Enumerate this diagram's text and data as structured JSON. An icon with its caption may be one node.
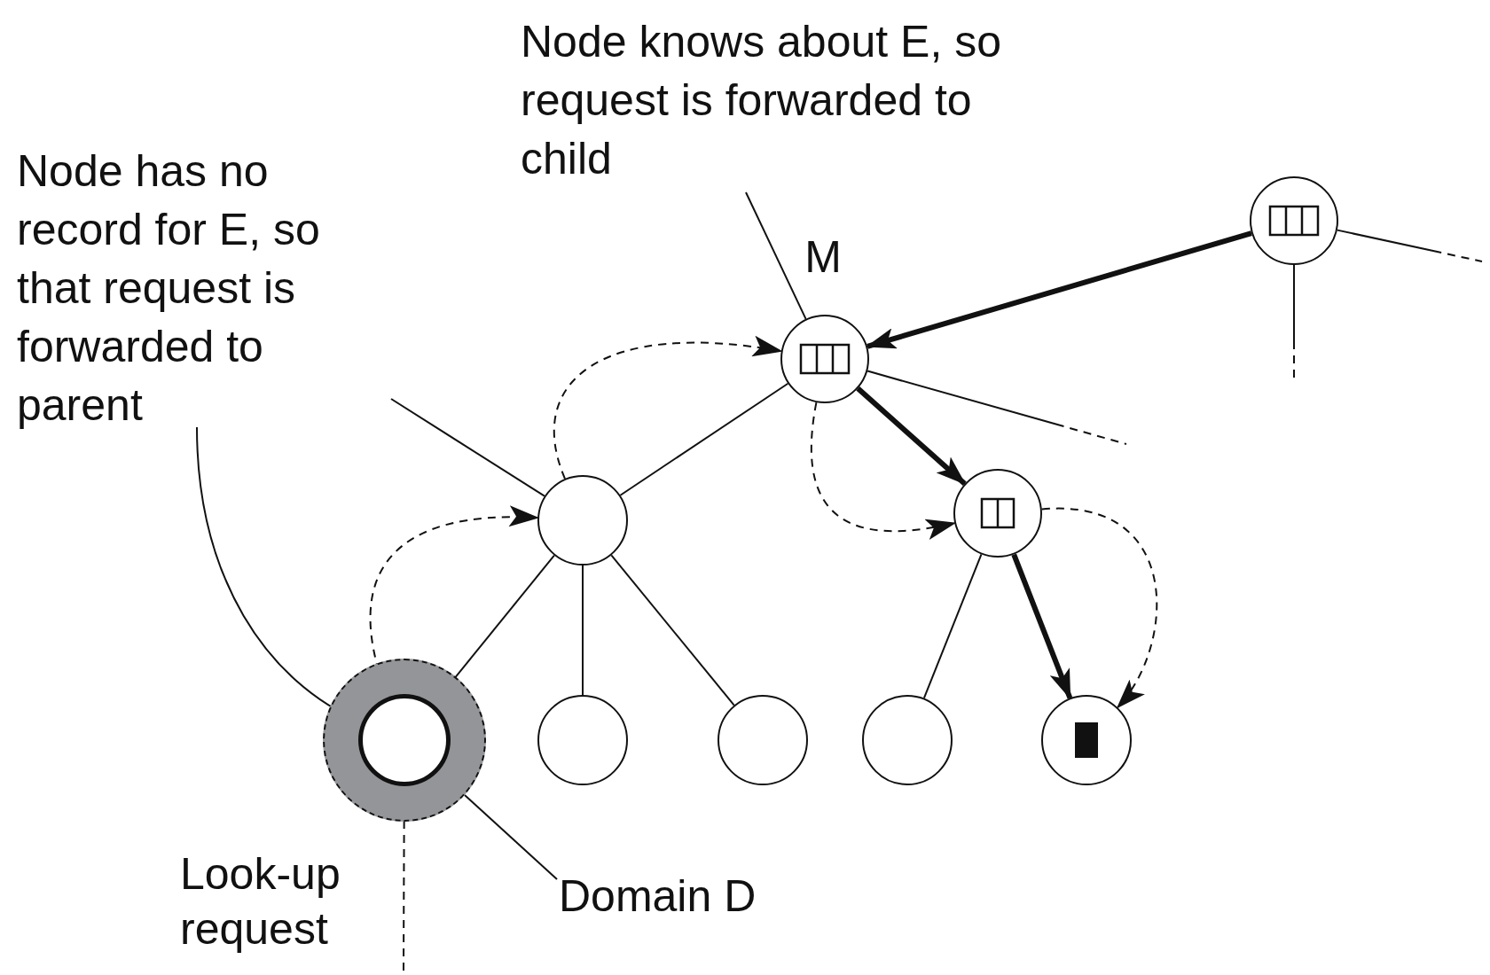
{
  "diagram": {
    "nodes": [
      {
        "text": [
          "Node knows about E, so request is forwarded to child"
        ]
      },
      {
        "text": [
          "Node has no record for E, so that request is forwarded to parent"
        ]
      },
      {
        "text": [],
        "shape": "circle"
      },
      {
        "text": [],
        "shape": "circle",
        "beside": [
          "M"
        ]
      },
      {
        "text": [],
        "shape": "circle"
      },
      {
        "text": [],
        "shape": "circle"
      },
      {
        "text": [],
        "shape": "circle"
      },
      {
        "text": [],
        "shape": "circle",
        "in": 6
      },
      {
        "text": [],
        "shape": "circle"
      },
      {
        "text": [],
        "shape": "circle"
      },
      {
        "text": [],
        "shape": "circle"
      },
      {
        "text": [],
        "shape": "circle"
      },
      {
        "text": [
          "Domain D"
        ]
      }
    ],
    "edges": [
      {
        "from": 2,
        "to": 3,
        "arrow": "to",
        "style": "thick"
      },
      {
        "from": 2,
        "to": null,
        "arrow": "none",
        "style": "dashed"
      },
      {
        "from": 2,
        "to": null,
        "arrow": "none",
        "style": "dashed"
      },
      {
        "from": 3,
        "to": null,
        "arrow": "none",
        "style": "dashed"
      },
      {
        "from": 3,
        "to": 4,
        "arrow": "none"
      },
      {
        "from": 3,
        "to": 5,
        "arrow": "to",
        "style": "thick"
      },
      {
        "from": 4,
        "to": 7,
        "arrow": "none"
      },
      {
        "from": 4,
        "to": 8,
        "arrow": "none"
      },
      {
        "from": 4,
        "to": 9,
        "arrow": "none"
      },
      {
        "from": 5,
        "to": 10,
        "arrow": "none"
      },
      {
        "from": 5,
        "to": 11,
        "arrow": "to",
        "style": "thick"
      },
      {
        "from": 7,
        "to": 4,
        "arrow": "to",
        "style": "dashed"
      },
      {
        "from": 4,
        "to": 3,
        "arrow": "to",
        "style": "dashed"
      },
      {
        "from": 3,
        "to": 5,
        "arrow": "to",
        "style": "dashed"
      },
      {
        "from": 5,
        "to": 11,
        "arrow": "to",
        "style": "dashed"
      },
      {
        "from": null,
        "to": 7,
        "arrow": "to",
        "style": "dashed",
        "label": "Look-up request"
      },
      {
        "from": 0,
        "to": 3,
        "arrow": "none"
      },
      {
        "from": 1,
        "to": 4,
        "arrow": "none"
      },
      {
        "from": 1,
        "to": 7,
        "arrow": "none"
      },
      {
        "from": 12,
        "to": 6,
        "arrow": "none"
      }
    ]
  }
}
